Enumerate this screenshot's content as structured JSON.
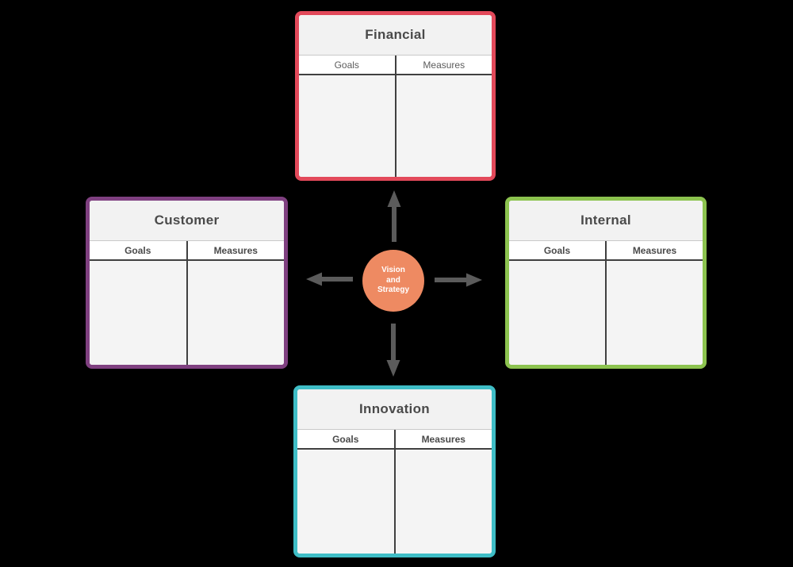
{
  "canvas": {
    "background_color": "#000000"
  },
  "quadrants": [
    {
      "id": "financial",
      "title": "Financial",
      "columns": [
        "Goals",
        "Measures"
      ],
      "border_color": "#e2495a"
    },
    {
      "id": "customer",
      "title": "Customer",
      "columns": [
        "Goals",
        "Measures"
      ],
      "border_color": "#7f4080"
    },
    {
      "id": "internal",
      "title": "Internal",
      "columns": [
        "Goals",
        "Measures"
      ],
      "border_color": "#8cc34f"
    },
    {
      "id": "innovation",
      "title": "Innovation",
      "columns": [
        "Goals",
        "Measures"
      ],
      "border_color": "#3fbdc6"
    }
  ],
  "center": {
    "lines": [
      "Vision",
      "and",
      "Strategy"
    ],
    "circle_color": "#ee8a62",
    "text_color": "#ffffff"
  },
  "arrows": {
    "color": "#5b5b5b",
    "directions": [
      "up",
      "left",
      "right",
      "down"
    ]
  }
}
